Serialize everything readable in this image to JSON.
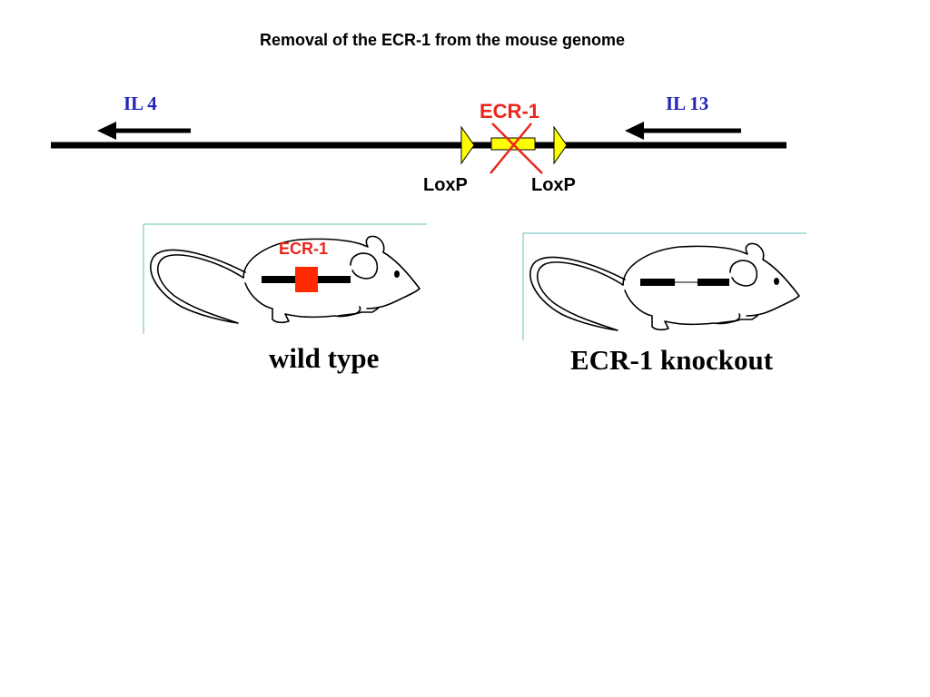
{
  "title": "Removal of the ECR-1 from the mouse genome",
  "genome": {
    "left_gene": "IL 4",
    "right_gene": "IL 13",
    "element": "ECR-1",
    "loxp_left": "LoxP",
    "loxp_right": "LoxP"
  },
  "mice": {
    "wild_type": {
      "element_label": "ECR-1",
      "caption": "wild type"
    },
    "knockout": {
      "caption": "ECR-1 knockout"
    }
  },
  "colors": {
    "gene_label": "#2323b8",
    "ecr_red": "#e8261c",
    "loxp_yellow": "#ffff00",
    "frame_teal": "#5fbfb0"
  }
}
